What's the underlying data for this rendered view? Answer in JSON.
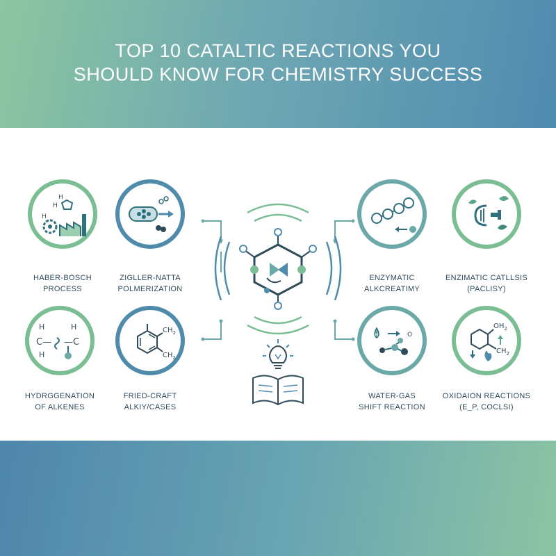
{
  "title": {
    "line1": "TOP 10 CATALTIC REACTIONS YOU",
    "line2": "SHOULD KNOW FOR CHEMISTRY SUCCESS"
  },
  "reactions": [
    {
      "line1": "HABER-BOSCH",
      "line2": "PROCESS"
    },
    {
      "line1": "ZIGLLER-NATTA",
      "line2": "POLMERIZATION"
    },
    {
      "line1": "ENZYMATIC",
      "line2": "ALKCREATIMY"
    },
    {
      "line1": "ENZIMATIC CATLLSIS",
      "line2": "(PACLISY)"
    },
    {
      "line1": "HYDRGGENATION",
      "line2": "OF ALKENES"
    },
    {
      "line1": "FRIED-CRAFT",
      "line2": "ALKIY/CASES"
    },
    {
      "line1": "WATER-GAS",
      "line2": "SHIFT REACTION"
    },
    {
      "line1": "OXIDAION REACTIONS",
      "line2": "(E_P, COCLSI)"
    }
  ],
  "icon_text": {
    "h": "H",
    "c_dash": "C—",
    "c_right": "—C",
    "ch2": "CH",
    "ch2_sub": "2",
    "oh2": "OH",
    "oh2_sub": "2",
    "ch2b": "CH",
    "ch2b_sub": "2",
    "drop_h": "H",
    "o": "O"
  },
  "colors": {
    "top_band": "#6fa8b2",
    "bottom_band": "#5f98b0",
    "accent_green": "#7cbe94",
    "accent_blue": "#4f8cab",
    "text_dark": "#2f4a5a"
  },
  "icons": [
    "molecule-factory-icon",
    "catalyst-cylinder-icon",
    "molecule-chain-icon",
    "leaf-catalyst-icon",
    "alkene-structure-icon",
    "benzene-ring-icon",
    "water-gas-molecule-icon",
    "oxidation-flame-icon",
    "hexagon-catalyst-icon",
    "open-book-lightbulb-icon"
  ]
}
